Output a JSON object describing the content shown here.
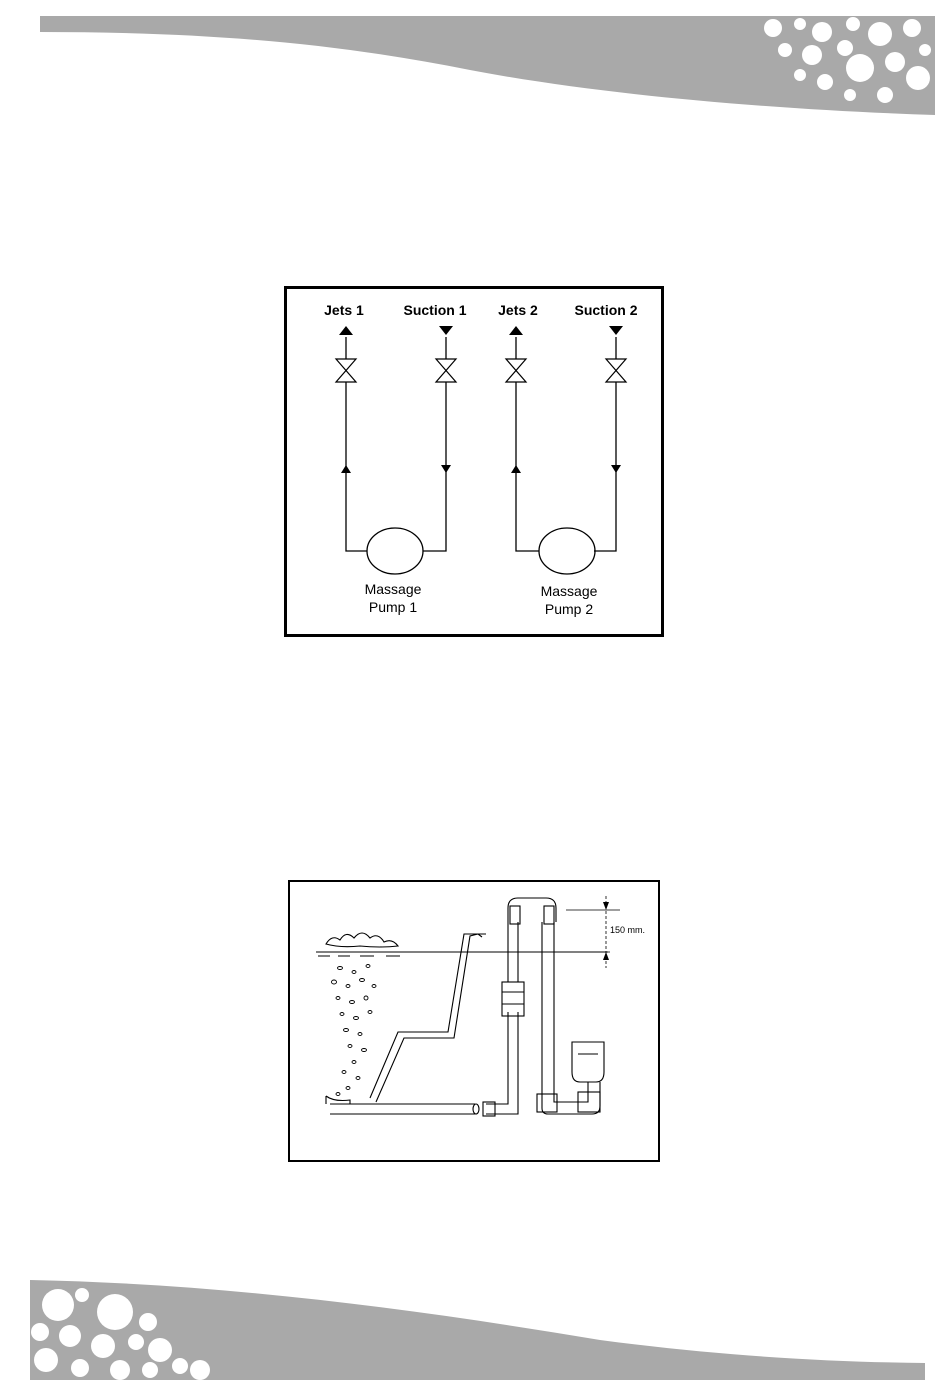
{
  "colors": {
    "banner": "#a9a9a9",
    "bubbles": "#ffffff",
    "line": "#000000"
  },
  "diagram1": {
    "labels": {
      "jets1": "Jets 1",
      "suction1": "Suction 1",
      "jets2": "Jets 2",
      "suction2": "Suction 2",
      "pump1_line1": "Massage",
      "pump1_line2": "Pump 1",
      "pump2_line1": "Massage",
      "pump2_line2": "Pump 2"
    }
  },
  "diagram2": {
    "dimension_label": "150 mm."
  }
}
